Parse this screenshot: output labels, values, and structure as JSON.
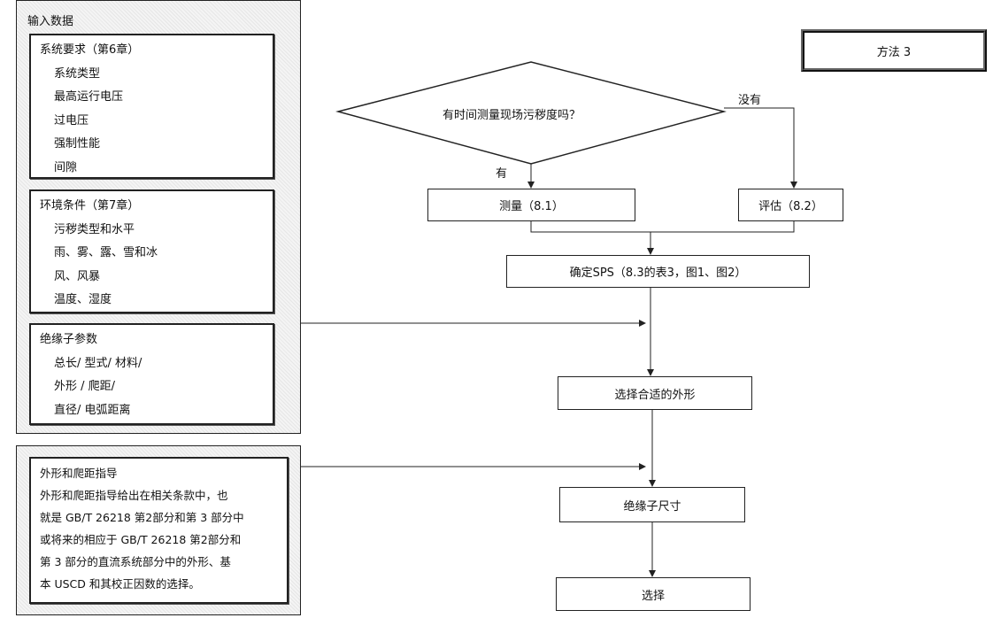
{
  "input_panel": {
    "title": "输入数据",
    "system": {
      "heading": "系统要求（第6章）",
      "items": [
        "系统类型",
        "最高运行电压",
        "过电压",
        "强制性能",
        "间隙"
      ]
    },
    "environment": {
      "heading": "环境条件（第7章）",
      "items": [
        "污秽类型和水平",
        "雨、雾、露、雪和冰",
        "风、风暴",
        "温度、湿度"
      ]
    },
    "insulator": {
      "heading": "绝缘子参数",
      "items": [
        "总长/ 型式/ 材料/",
        "外形 / 爬距/",
        "直径/ 电弧距离"
      ]
    }
  },
  "guidance_panel": {
    "heading": "外形和爬距指导",
    "lines": [
      "外形和爬距指导给出在相关条款中，也",
      "就是 GB/T 26218 第2部分和第 3 部分中",
      "或将来的相应于 GB/T 26218 第2部分和",
      "第 3 部分的直流系统部分中的外形、基",
      "本 USCD 和其校正因数的选择。"
    ]
  },
  "method_title": "方法 3",
  "decision": {
    "question": "有时间测量现场污秽度吗？",
    "yes": "有",
    "no": "没有"
  },
  "steps": {
    "measure": "测量（8.1）",
    "estimate": "评估（8.2）",
    "sps": "确定SPS（8.3的表3，图1、图2）",
    "profile": "选择合适的外形",
    "size": "绝缘子尺寸",
    "select": "选择"
  }
}
